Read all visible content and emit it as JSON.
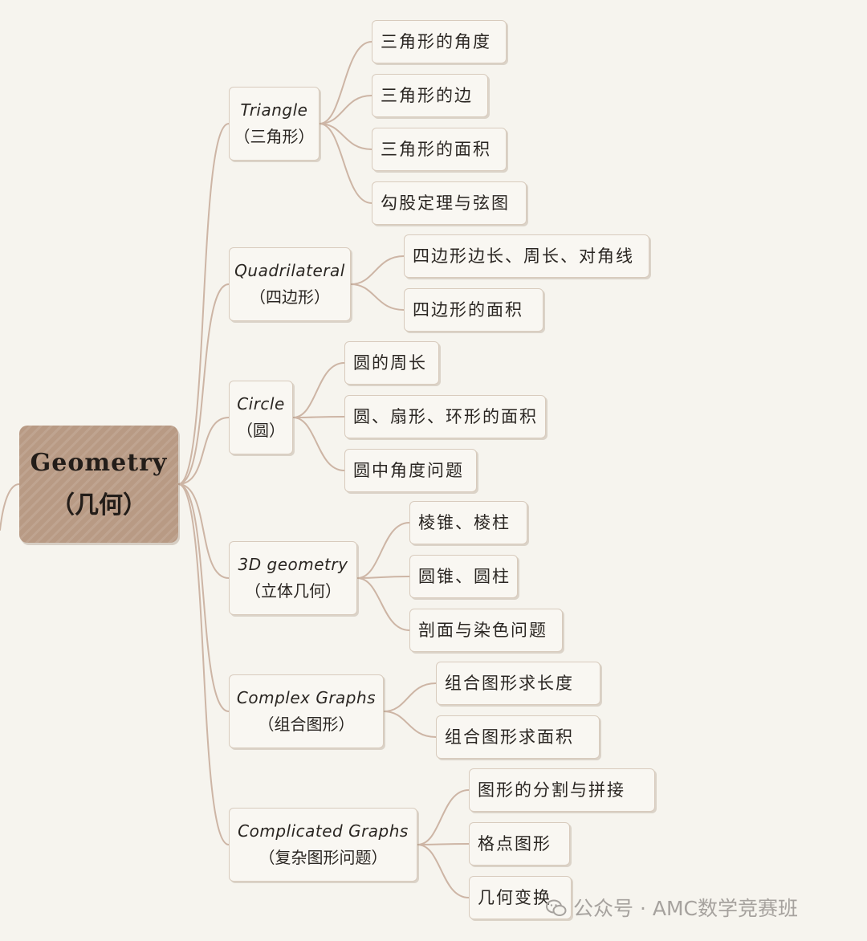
{
  "root": {
    "en": "Geometry",
    "zh": "（几何）"
  },
  "categories": [
    {
      "en": "Triangle",
      "zh": "（三角形）",
      "children": [
        "三角形的角度",
        "三角形的边",
        "三角形的面积",
        "勾股定理与弦图"
      ]
    },
    {
      "en": "Quadrilateral",
      "zh": "（四边形）",
      "children": [
        "四边形边长、周长、对角线",
        "四边形的面积"
      ]
    },
    {
      "en": "Circle",
      "zh": "（圆）",
      "children": [
        "圆的周长",
        "圆、扇形、环形的面积",
        "圆中角度问题"
      ]
    },
    {
      "en": "3D geometry",
      "zh": "（立体几何）",
      "children": [
        "棱锥、棱柱",
        "圆锥、圆柱",
        "剖面与染色问题"
      ]
    },
    {
      "en": "Complex Graphs",
      "zh": "（组合图形）",
      "children": [
        "组合图形求长度",
        "组合图形求面积"
      ]
    },
    {
      "en": "Complicated Graphs",
      "zh": "（复杂图形问题）",
      "children": [
        "图形的分割与拼接",
        "格点图形",
        "几何变换"
      ]
    }
  ],
  "watermark": "公众号 · AMC数学竞赛班",
  "colors": {
    "background": "#f6f4ee",
    "root_fill": "#b89a84",
    "connector": "#cdb5a5",
    "node_border": "#d8cbbd"
  }
}
